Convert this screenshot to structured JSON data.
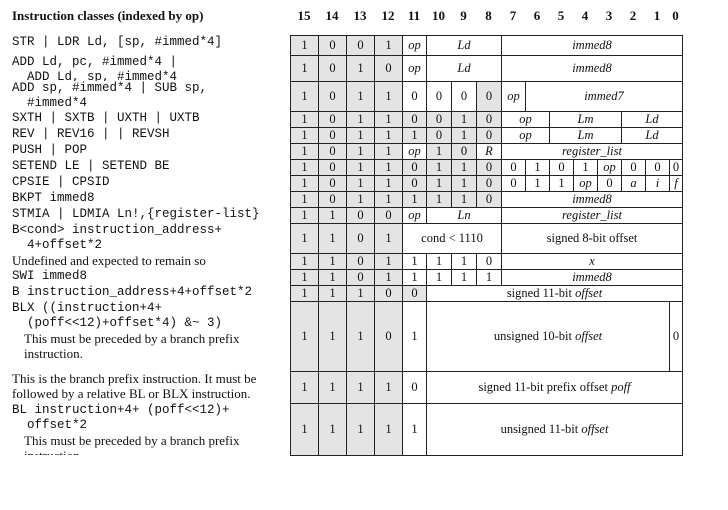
{
  "header": {
    "title": "Instruction classes (indexed by op)",
    "bits": [
      "15",
      "14",
      "13",
      "12",
      "11",
      "10",
      "9",
      "8",
      "7",
      "6",
      "5",
      "4",
      "3",
      "2",
      "1",
      "0"
    ]
  },
  "rows": [
    {
      "label": "STR | LDR Ld, [sp, #immed*4]"
    },
    {
      "label": "ADD Ld, pc, #immed*4 |\n  ADD Ld, sp, #immed*4"
    },
    {
      "label": "ADD sp, #immed*4 | SUB sp,\n  #immed*4"
    },
    {
      "label": "SXTH | SXTB | UXTH | UXTB"
    },
    {
      "label": "REV | REV16 | | REVSH"
    },
    {
      "label": "PUSH | POP"
    },
    {
      "label": "SETEND LE | SETEND BE"
    },
    {
      "label": "CPSIE | CPSID"
    },
    {
      "label": "BKPT immed8"
    },
    {
      "label": "STMIA | LDMIA Ln!,{register-list}"
    },
    {
      "label": "B<cond> instruction_address+\n  4+offset*2"
    },
    {
      "label": "Undefined and expected to remain so"
    },
    {
      "label": "SWI immed8"
    },
    {
      "label": "B instruction_address+4+offset*2"
    },
    {
      "label": "BLX ((instruction+4+\n  (poff<<12)+offset*4) &~ 3)",
      "note": "This must be preceded by a branch prefix instruction."
    },
    {
      "label": "This is the branch prefix instruction. It must be followed by a relative BL or BLX instruction."
    },
    {
      "label": "BL instruction+4+ (poff<<12)+\n  offset*2",
      "note": "This must be preceded by a branch prefix instruction."
    }
  ],
  "cells": {
    "one": "1",
    "zero": "0",
    "op": "op",
    "Ld": "Ld",
    "Lm": "Lm",
    "Ln": "Ln",
    "R": "R",
    "immed8": "immed8",
    "immed7": "immed7",
    "register_list": "register_list",
    "a": "a",
    "i": "i",
    "f": "f",
    "x": "x",
    "cond": "cond < 1110",
    "signed8": "signed 8-bit offset",
    "signed11_pre": "signed 11-bit ",
    "offset_word": "offset",
    "unsigned10_pre": "unsigned 10-bit ",
    "prefix_pre": "signed 11-bit prefix offset ",
    "poff": "poff",
    "unsigned11_pre": "unsigned 11-bit "
  }
}
